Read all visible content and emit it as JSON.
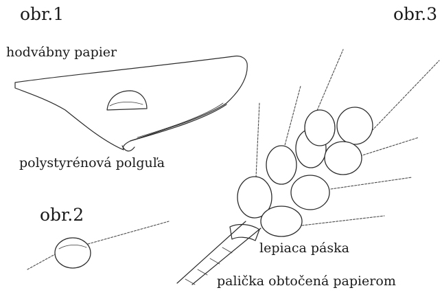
{
  "figures": {
    "obr1": "obr.1",
    "obr2": "obr.2",
    "obr3": "obr.3"
  },
  "captions": {
    "tissue_paper": "hodvábny papier",
    "polystyrene_hemisphere": "polystyrénová polguľa",
    "adhesive_tape": "lepiaca páska",
    "stick_wrapped": "palička obtočená papierom"
  }
}
